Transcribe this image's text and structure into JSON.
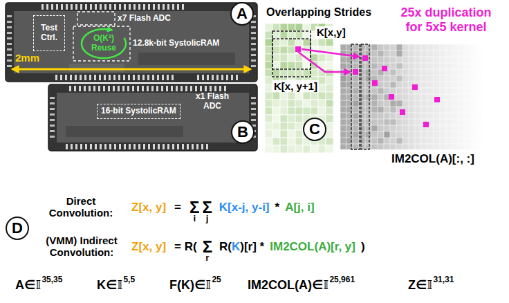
{
  "diagram": {
    "nodes": [
      {
        "text": [
          "A"
        ]
      },
      {
        "text": [
          "Test Ctrl."
        ]
      },
      {
        "text": [
          "B"
        ]
      },
      {
        "text": [
          "16-bit SystolicRAM"
        ]
      },
      {
        "text": [
          "C"
        ]
      },
      {
        "text": [
          "D"
        ]
      }
    ],
    "labels": [
      "x7 Flash ADC",
      "O(K²) Reuse",
      "12.8k-bit SystolicRAM",
      "2mm",
      "x1 Flash ADC",
      "Overlapping Strides",
      "25x duplication for 5x5 kernel",
      "K[x,y]",
      "K[x, y+1]",
      "IM2COL(A)[:, :]",
      "Direct Convolution:",
      "Z[x, y]",
      "=",
      "Σ",
      "i",
      "Σ",
      "j",
      "K[x-j, y-i]",
      "*",
      "A[j, i]",
      "(VMM) Indirect Convolution:",
      "Z[x, y]",
      "= R(",
      "Σ",
      "r",
      "R(",
      "K",
      ")[r] *",
      "IM2COL(A)[r, y]",
      ")",
      "A∈𝕀",
      "35,35",
      "K∈𝕀",
      "5,5",
      "F(K)∈𝕀",
      "25",
      "IM2COL(A)∈𝕀",
      "25,961",
      "Z∈𝕀",
      "31,31"
    ]
  }
}
